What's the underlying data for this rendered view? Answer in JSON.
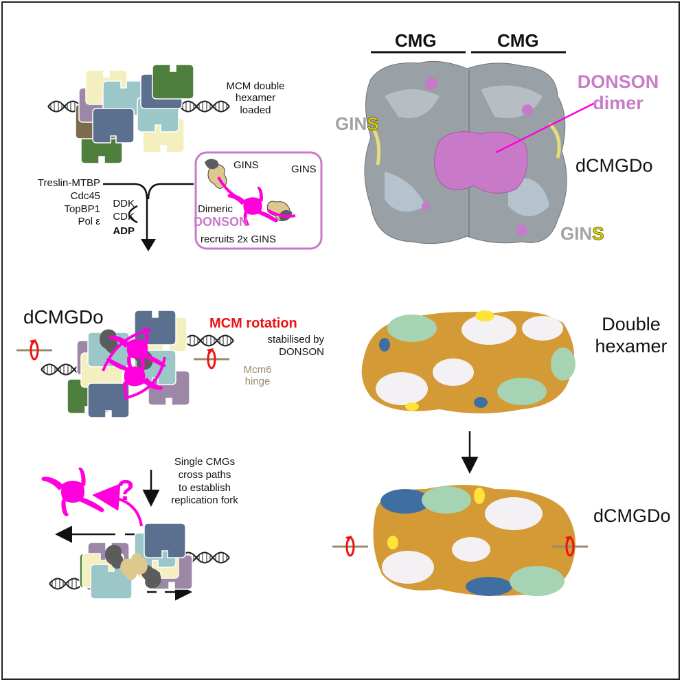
{
  "colors": {
    "magenta": "#ff00dd",
    "donson_purple": "#c879c8",
    "mcm_blue": "#5b6f8e",
    "mcm_cyan": "#9cc7c9",
    "mcm_cream": "#f4efbe",
    "mcm_green": "#4f7f3e",
    "mcm_brown": "#7d6b4d",
    "mcm_lilac": "#9d87a7",
    "gins_gray": "#5c5c5c",
    "gins_tan": "#ddc98f",
    "cryo_gray": "#99a0a6",
    "gold": "#d49a35",
    "mint": "#a6d3b1",
    "white_sub": "#f3f1f4",
    "yellow": "#ffe23a",
    "steel": "#3f6fa2",
    "hinge_line": "#9a8c6a",
    "rotation_red": "#ee1111"
  },
  "icons": [
    "dna-helix",
    "mcm-double-hexamer",
    "gins-complex",
    "donson-dimer",
    "rotation-arrow-icon",
    "arrow-down-icon",
    "question-mark-icon",
    "cryo-em-density-map",
    "surface-model"
  ],
  "top_left": {
    "mcm_label": [
      "MCM double",
      "hexamer",
      "loaded"
    ],
    "factors": [
      "Treslin-MTBP",
      "Cdc45",
      "TopBP1",
      "Pol ε"
    ],
    "kinases": [
      "DDK",
      "CDK"
    ],
    "adp": "ADP",
    "inset": {
      "gins_left": "GINS",
      "gins_right": "GINS",
      "dimeric": "Dimeric",
      "donson": "DONSON",
      "recruits": "recruits 2x  GINS"
    }
  },
  "top_right": {
    "cmg_left": "CMG",
    "cmg_right": "CMG",
    "donson": "DONSON",
    "dimer": "dimer",
    "gins_a_g": "GIN",
    "gins_a_s": "S",
    "gins_b_g": "GIN",
    "gins_b_s": "S",
    "dcmgdo": "dCMGDo"
  },
  "middle_left": {
    "dcmgdo": "dCMGDo",
    "rotation": "MCM rotation",
    "stabilised": "stabilised by",
    "donson": "DONSON",
    "hinge": [
      "Mcm6",
      "hinge"
    ]
  },
  "middle_right": {
    "double_hexamer": [
      "Double",
      "hexamer"
    ]
  },
  "bottom_left": {
    "question": "?",
    "text": [
      "Single CMGs",
      "cross paths",
      "to establish",
      "replication fork"
    ]
  },
  "bottom_right": {
    "dcmgdo": "dCMGDo"
  }
}
